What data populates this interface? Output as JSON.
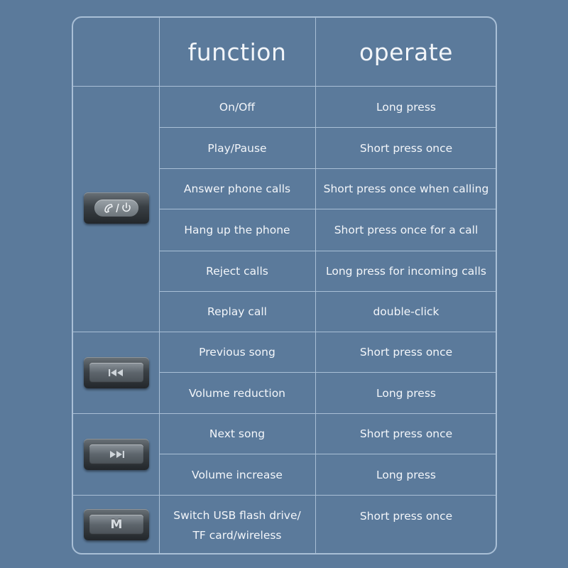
{
  "table": {
    "headers": {
      "function": "function",
      "operate": "operate"
    },
    "groups": [
      {
        "button_icon": "phone-power-button-icon",
        "rows": [
          {
            "function": "On/Off",
            "operate": "Long press"
          },
          {
            "function": "Play/Pause",
            "operate": "Short press once"
          },
          {
            "function": "Answer phone calls",
            "operate": "Short press once when calling"
          },
          {
            "function": "Hang up the phone",
            "operate": "Short press once for a call"
          },
          {
            "function": "Reject calls",
            "operate": "Long press for incoming calls"
          },
          {
            "function": "Replay call",
            "operate": "double-click"
          }
        ]
      },
      {
        "button_icon": "previous-track-icon",
        "rows": [
          {
            "function": "Previous song",
            "operate": "Short press once"
          },
          {
            "function": "Volume reduction",
            "operate": "Long press"
          }
        ]
      },
      {
        "button_icon": "next-track-icon",
        "rows": [
          {
            "function": "Next song",
            "operate": "Short press once"
          },
          {
            "function": "Volume increase",
            "operate": "Long press"
          }
        ]
      },
      {
        "button_icon": "mode-button-icon",
        "button_label": "M",
        "rows": [
          {
            "function": "Switch USB flash drive/\nTF card/wireless",
            "operate": "Short press once"
          }
        ]
      }
    ]
  },
  "colors": {
    "background": "#5b7a9b",
    "grid_line": "#a9bfd6",
    "text": "#f3f6fa"
  }
}
